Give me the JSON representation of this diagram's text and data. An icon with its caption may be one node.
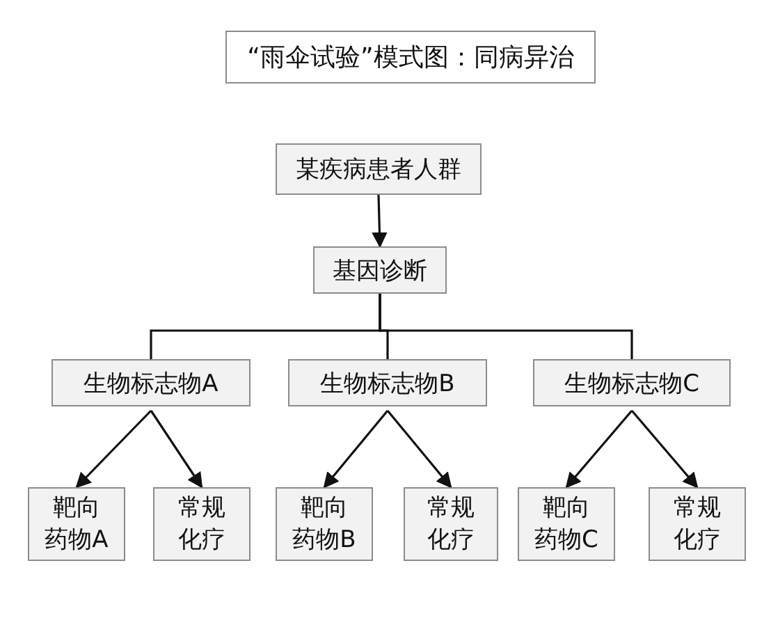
{
  "diagram": {
    "nodes": [
      {
        "text": [
          "“雨伞试验”模式图：同病异治"
        ]
      },
      {
        "text": [
          "某疾病患者人群"
        ]
      },
      {
        "text": [
          "基因诊断"
        ]
      },
      {
        "text": [
          "生物标志物A"
        ]
      },
      {
        "text": [
          "生物标志物B"
        ]
      },
      {
        "text": [
          "生物标志物C"
        ]
      },
      {
        "text": [
          "靶向药物A"
        ]
      },
      {
        "text": [
          "常规化疗"
        ]
      },
      {
        "text": [
          "靶向药物B"
        ]
      },
      {
        "text": [
          "常规化疗"
        ]
      },
      {
        "text": [
          "靶向药物C"
        ]
      },
      {
        "text": [
          "常规化疗"
        ]
      }
    ],
    "edges": [
      {
        "from": 1,
        "to": 2,
        "arrow": "to"
      },
      {
        "from": 2,
        "to": 3,
        "arrow": "none"
      },
      {
        "from": 2,
        "to": 4,
        "arrow": "none"
      },
      {
        "from": 2,
        "to": 5,
        "arrow": "none"
      },
      {
        "from": 3,
        "to": 6,
        "arrow": "to"
      },
      {
        "from": 3,
        "to": 7,
        "arrow": "to"
      },
      {
        "from": 4,
        "to": 8,
        "arrow": "to"
      },
      {
        "from": 4,
        "to": 9,
        "arrow": "to"
      },
      {
        "from": 5,
        "to": 10,
        "arrow": "to"
      },
      {
        "from": 5,
        "to": 11,
        "arrow": "to"
      }
    ]
  }
}
